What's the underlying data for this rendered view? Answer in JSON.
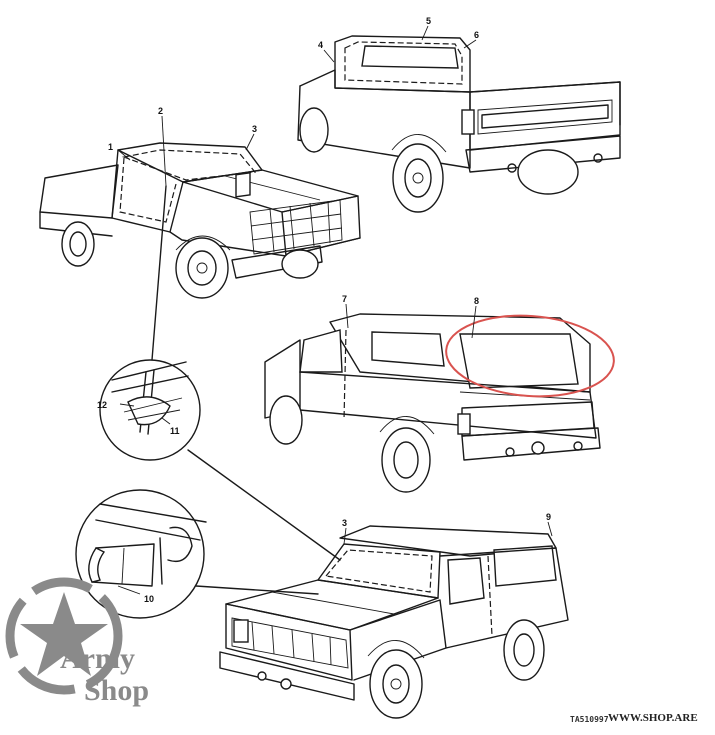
{
  "callouts": [
    "1",
    "2",
    "3",
    "4",
    "5",
    "6",
    "7",
    "8",
    "9",
    "10",
    "11",
    "12"
  ],
  "drawing_code": "TA510997",
  "watermark": {
    "line1": "Army",
    "line2": "Shop",
    "url": "WWW.SHOP.ARE"
  },
  "colors": {
    "highlight": "#d9534f",
    "ink": "#1a1a1a",
    "watermark": "#8a8a8a"
  }
}
